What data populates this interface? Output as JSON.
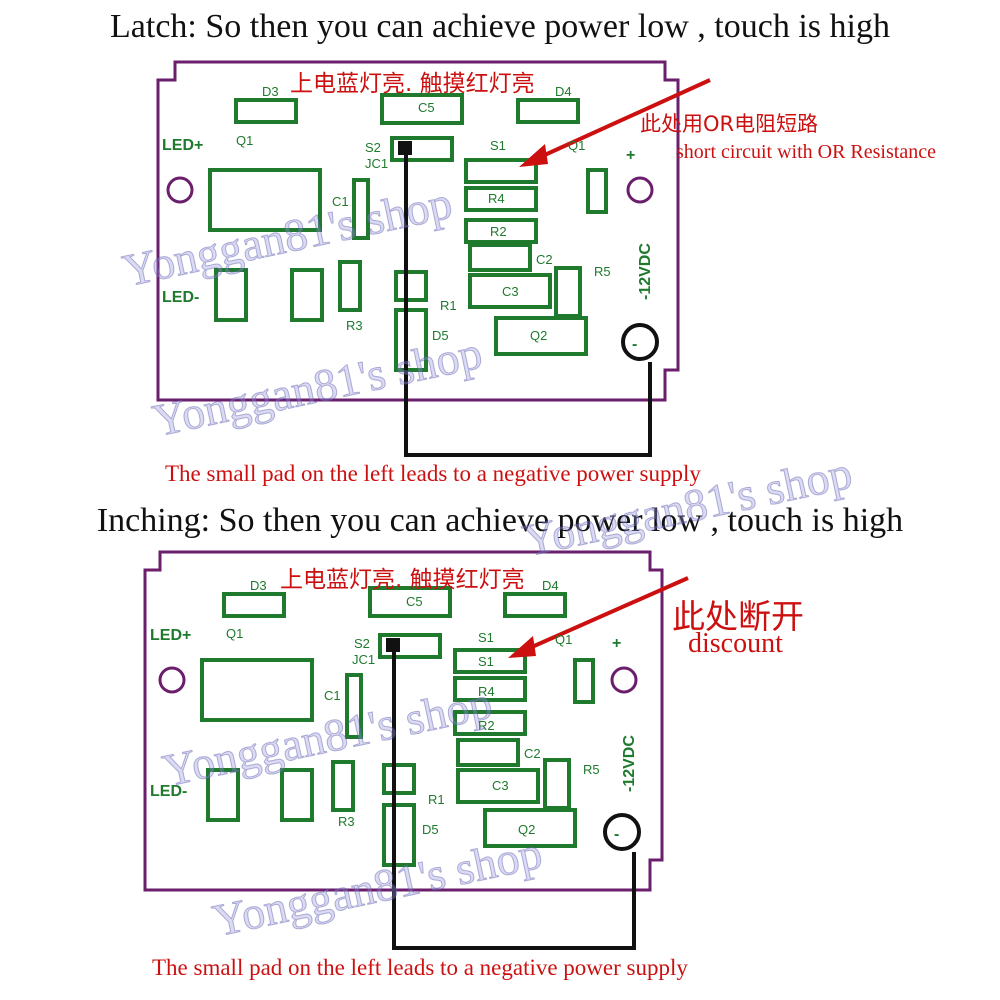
{
  "latch": {
    "title": "Latch: So then you can achieve power low , touch is high",
    "top_note_cn": "上电蓝灯亮. 触摸红灯亮",
    "arrow_note_cn": "此处用OR电阻短路",
    "arrow_note_en": "short circuit with OR Resistance",
    "bottom_note": "The small pad on the left leads to a negative power supply"
  },
  "inching": {
    "title": "Inching: So then you can achieve power low , touch is high",
    "top_note_cn": "上电蓝灯亮. 触摸红灯亮",
    "arrow_note_cn": "此处断开",
    "arrow_note_en": "discount",
    "bottom_note": "The small pad on the left leads to a negative power supply"
  },
  "pcb_labels": {
    "d3": "D3",
    "d4": "D4",
    "c5": "C5",
    "q1": "Q1",
    "q1b": "Q1",
    "led_plus": "LED+",
    "led_minus": "LED-",
    "s2": "S2",
    "jc1": "JC1",
    "s1": "S1",
    "c1": "C1",
    "r4": "R4",
    "r2": "R2",
    "c2": "C2",
    "c3": "C3",
    "r5": "R5",
    "r1": "R1",
    "r3": "R3",
    "d5": "D5",
    "q2": "Q2",
    "plus": "+",
    "vdc": "-12VDC",
    "minus": "-"
  },
  "watermark": "Yonggan81's shop",
  "colors": {
    "board_outline": "#6b1e6b",
    "silkscreen": "#1f7a2e",
    "annotation": "#cc1010",
    "wire": "#000000"
  }
}
